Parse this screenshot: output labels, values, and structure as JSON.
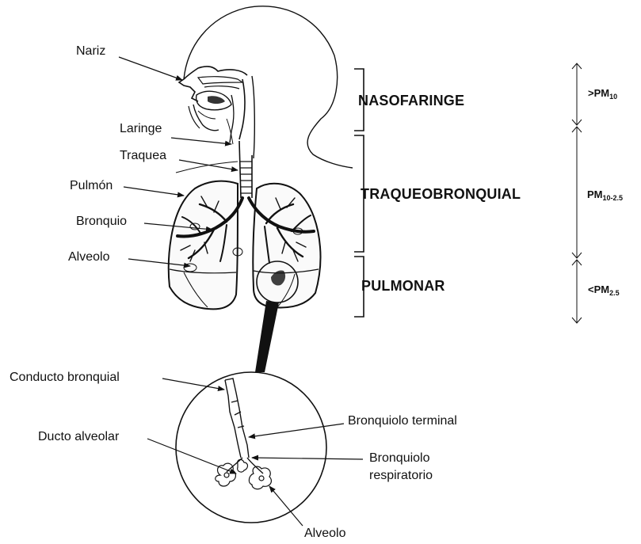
{
  "labels": {
    "nariz": "Nariz",
    "laringe": "Laringe",
    "traquea": "Traquea",
    "pulmon": "Pulmón",
    "bronquio": "Bronquio",
    "alveolo_top": "Alveolo",
    "conducto_bronquial": "Conducto bronquial",
    "ducto_alveolar": "Ducto alveolar",
    "bronquiolo_terminal": "Bronquiolo terminal",
    "bronquiolo_respiratorio_1": "Bronquiolo",
    "bronquiolo_respiratorio_2": "respiratorio",
    "alveolo_bottom": "Alveolo"
  },
  "regions": {
    "nasofaringe": "NASOFARINGE",
    "traqueobronquial": "TRAQUEOBRONQUIAL",
    "pulmonar": "PULMONAR"
  },
  "particle_sizes": {
    "pm10_prefix": ">PM",
    "pm10_sub": "10",
    "pm10_25_prefix": "PM",
    "pm10_25_sub": "10-2.5",
    "pm25_prefix": "<PM",
    "pm25_sub": "2.5"
  }
}
